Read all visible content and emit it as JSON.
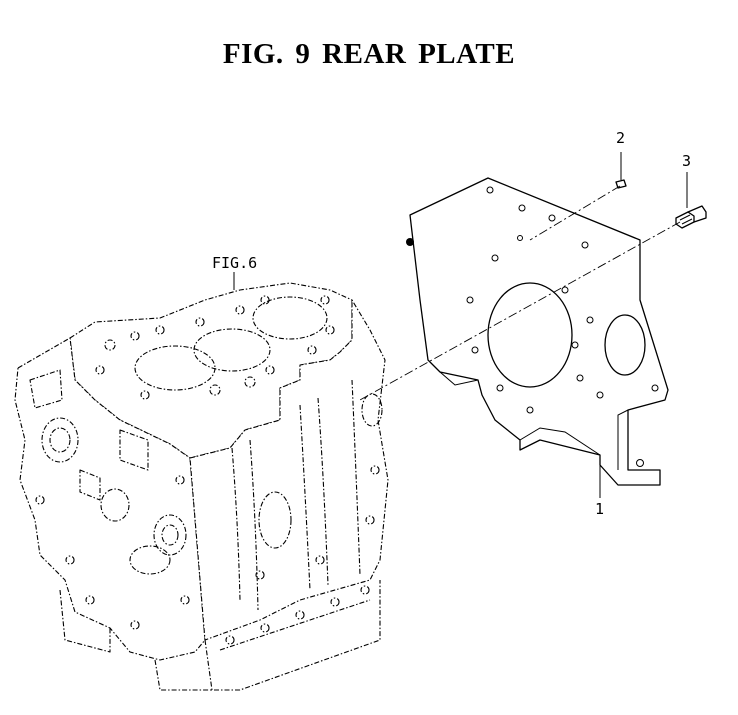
{
  "figure": {
    "title": "FIG. 9  REAR PLATE"
  },
  "callouts": {
    "part_1": "1",
    "part_2": "2",
    "part_3": "3",
    "reference": "FIG.6"
  }
}
